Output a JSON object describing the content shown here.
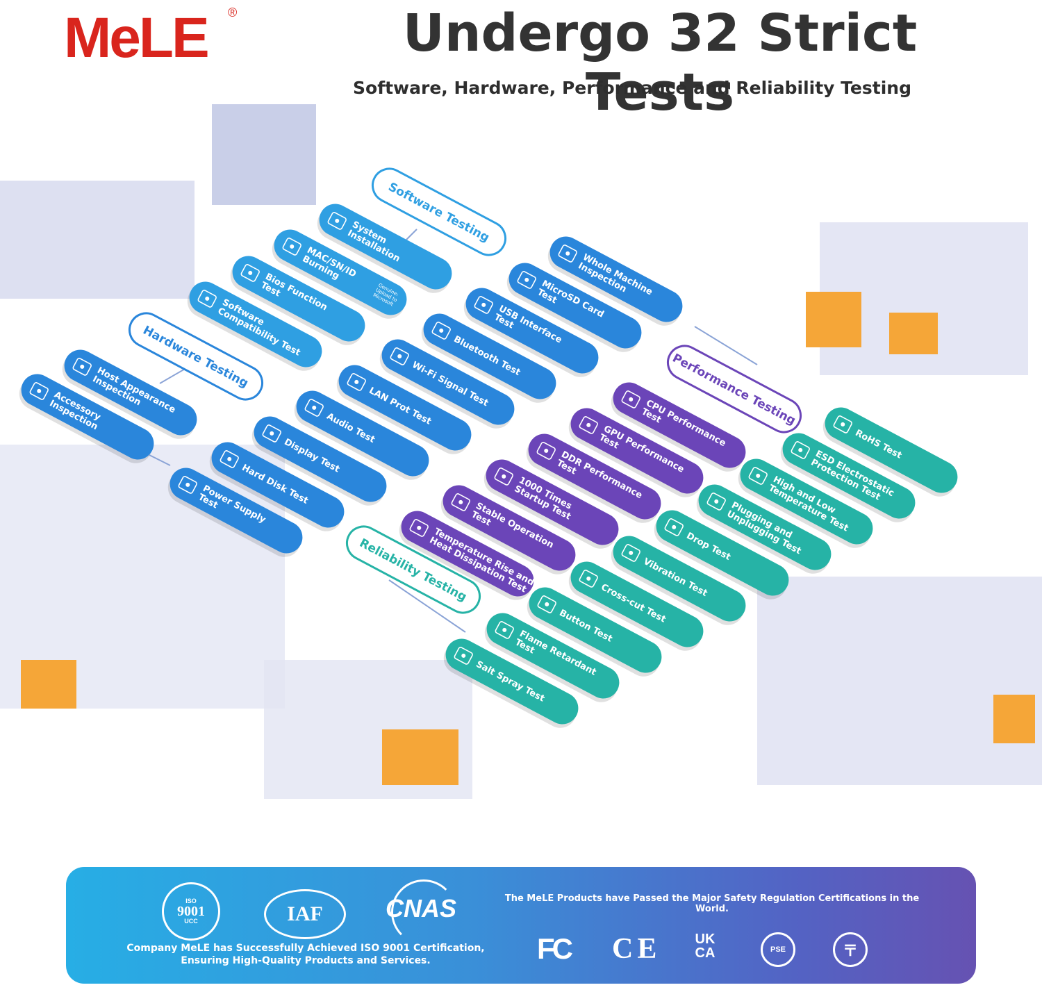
{
  "header": {
    "logo": "MeLE",
    "logo_mark": "®",
    "title": "Undergo 32 Strict Tests",
    "subtitle": "Software, Hardware, Performance and Reliability Testing"
  },
  "colors": {
    "software": "#2f9fe2",
    "hardware": "#2a86db",
    "performance": "#6b45b8",
    "reliability": "#26b3a6"
  },
  "categories": [
    {
      "label": "Software Testing",
      "color": "#2f9fe2"
    },
    {
      "label": "Hardware Testing",
      "color": "#2a86db"
    },
    {
      "label": "Performance Testing",
      "color": "#6b45b8"
    },
    {
      "label": "Reliability Testing",
      "color": "#26b3a6"
    }
  ],
  "tests": [
    {
      "label": [
        "System",
        "Installation"
      ],
      "icon": "windows-icon",
      "color": "#2f9fe2"
    },
    {
      "label": [
        "MAC/SN/ID",
        "Burning"
      ],
      "note": [
        "Genuine:",
        "Upload to",
        "Microsoft"
      ],
      "icon": "barcode-icon",
      "color": "#2f9fe2"
    },
    {
      "label": [
        "Bios Function",
        "Test"
      ],
      "icon": "code-icon",
      "color": "#2f9fe2"
    },
    {
      "label": [
        "Software",
        "Compatibility Test"
      ],
      "icon": "gear-icon",
      "color": "#2f9fe2"
    },
    {
      "label": [
        "Whole Machine",
        "Inspection"
      ],
      "icon": "magnifier-icon",
      "color": "#2a86db"
    },
    {
      "label": [
        "MicroSD Card",
        "Test"
      ],
      "icon": "sd-card-icon",
      "color": "#2a86db"
    },
    {
      "label": [
        "USB Interface",
        "Test"
      ],
      "icon": "usb-icon",
      "color": "#2a86db"
    },
    {
      "label": [
        "Bluetooth Test"
      ],
      "icon": "bluetooth-icon",
      "color": "#2a86db"
    },
    {
      "label": [
        "Wi-Fi Signal Test"
      ],
      "icon": "wifi-icon",
      "color": "#2a86db"
    },
    {
      "label": [
        "LAN Prot Test"
      ],
      "icon": "network-icon",
      "color": "#2a86db"
    },
    {
      "label": [
        "Audio Test"
      ],
      "icon": "headphones-icon",
      "color": "#2a86db"
    },
    {
      "label": [
        "Display Test"
      ],
      "icon": "monitor-icon",
      "color": "#2a86db"
    },
    {
      "label": [
        "Hard Disk Test"
      ],
      "icon": "hard-disk-icon",
      "color": "#2a86db"
    },
    {
      "label": [
        "Power Supply",
        "Test"
      ],
      "icon": "power-plug-icon",
      "color": "#2a86db"
    },
    {
      "label": [
        "Host Appearance",
        "Inspection"
      ],
      "icon": "inspection-icon",
      "color": "#2a86db"
    },
    {
      "label": [
        "Accessory",
        "Inspection"
      ],
      "icon": "magnifier-icon",
      "color": "#2a86db"
    },
    {
      "label": [
        "CPU Performance",
        "Test"
      ],
      "icon": "cpu-icon",
      "color": "#6b45b8"
    },
    {
      "label": [
        "GPU Performance",
        "Test"
      ],
      "icon": "gpu-icon",
      "color": "#6b45b8"
    },
    {
      "label": [
        "DDR Performance",
        "Test"
      ],
      "icon": "memory-icon",
      "color": "#6b45b8"
    },
    {
      "label": [
        "1000 Times",
        "Startup Test"
      ],
      "icon": "power-icon",
      "color": "#6b45b8"
    },
    {
      "label": [
        "Stable Operation",
        "Test"
      ],
      "icon": "clock-icon",
      "color": "#6b45b8"
    },
    {
      "label": [
        "Temperature Rise and",
        "Heat Dissipation Test"
      ],
      "icon": "heat-icon",
      "color": "#6b45b8"
    },
    {
      "label": [
        "RoHS Test"
      ],
      "icon": "rohs-icon",
      "color": "#26b3a6"
    },
    {
      "label": [
        "ESD Electrostatic",
        "Protection Test"
      ],
      "icon": "esd-icon",
      "color": "#26b3a6"
    },
    {
      "label": [
        "High and Low",
        "Temperature Test"
      ],
      "icon": "thermometer-icon",
      "color": "#26b3a6"
    },
    {
      "label": [
        "Plugging and",
        "Unplugging Test"
      ],
      "icon": "plug-icon",
      "color": "#26b3a6"
    },
    {
      "label": [
        "Drop Test"
      ],
      "icon": "drop-icon",
      "color": "#26b3a6"
    },
    {
      "label": [
        "Vibration Test"
      ],
      "icon": "vibration-icon",
      "color": "#26b3a6"
    },
    {
      "label": [
        "Cross-cut Test"
      ],
      "icon": "grid-icon",
      "color": "#26b3a6"
    },
    {
      "label": [
        "Button Test"
      ],
      "icon": "button-icon",
      "color": "#26b3a6"
    },
    {
      "label": [
        "Flame Retardant",
        "Test"
      ],
      "icon": "flame-icon",
      "color": "#26b3a6"
    },
    {
      "label": [
        "Salt Spray Test"
      ],
      "icon": "spray-icon",
      "color": "#26b3a6"
    }
  ],
  "certifications": {
    "iso": {
      "top": "ISO",
      "mid": "9001",
      "bottom": "UCC"
    },
    "iaf": "IAF",
    "cnas": "CNAS",
    "iso_note_line1": "Company MeLE has Successfully Achieved ISO 9001 Certification,",
    "iso_note_line2": "Ensuring High-Quality Products and Services.",
    "passed_note": "The MeLE Products have Passed the Major Safety Regulation Certifications in the World.",
    "marks": {
      "fc": "FC",
      "ce": "CE",
      "uk": "UK",
      "ca": "CA",
      "pse": "PSE",
      "jp": "〒"
    }
  }
}
